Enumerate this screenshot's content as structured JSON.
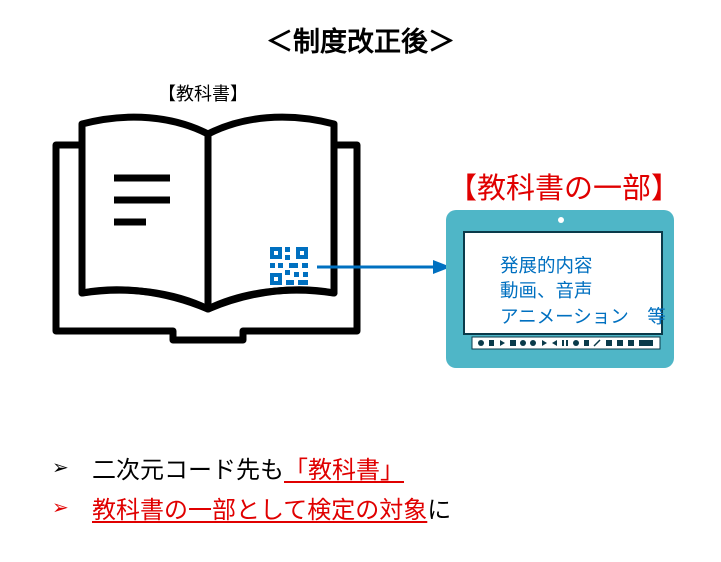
{
  "title": "＜制度改正後＞",
  "book": {
    "label": "【教科書】"
  },
  "tablet": {
    "label": "【教科書の一部】",
    "screen_lines": [
      "発展的内容",
      "動画、音声",
      "アニメーション　等"
    ]
  },
  "bullets": [
    {
      "mark": "➢",
      "plain": "二次元コード先も",
      "highlight": "「教科書」",
      "suffix": ""
    },
    {
      "mark": "➢",
      "plain": "",
      "highlight": "教科書の一部として検定の対象",
      "suffix": "に"
    }
  ],
  "colors": {
    "accent_red": "#e00000",
    "arrow_blue": "#0070c0",
    "tablet_teal": "#4fb6c7"
  },
  "icons": [
    "open-book-icon",
    "qr-code-icon",
    "arrow-right-icon",
    "tablet-icon",
    "media-controls-icon"
  ]
}
